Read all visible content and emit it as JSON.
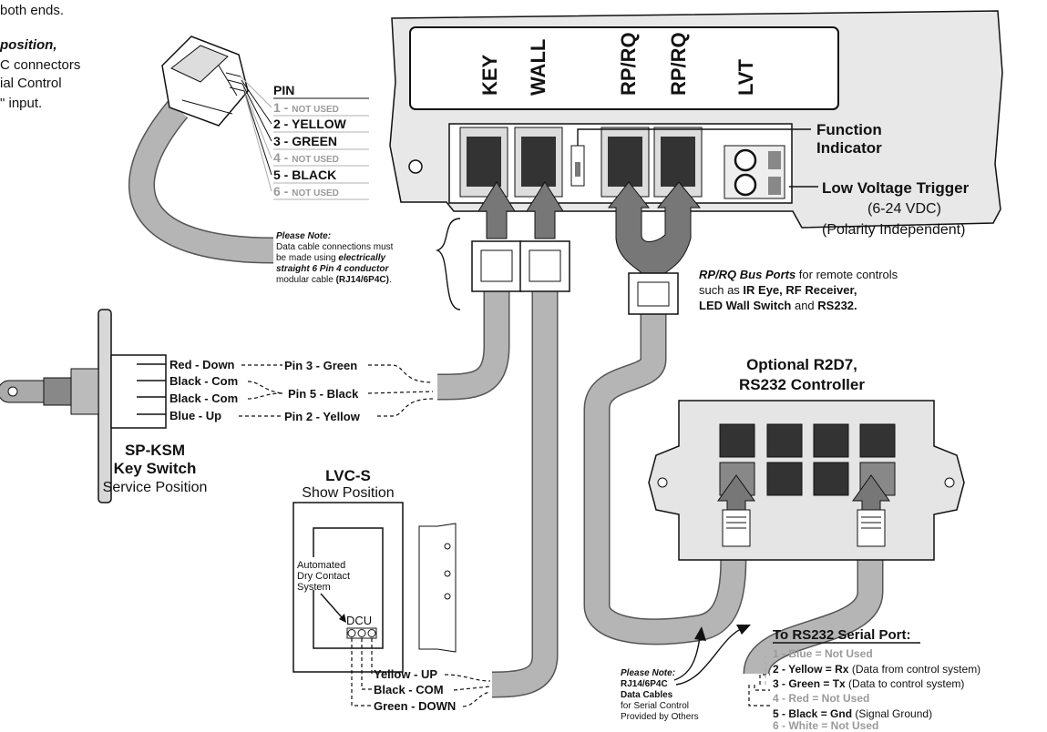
{
  "intro": {
    "line1": "both ends.",
    "line2": "position,",
    "line3": "C connectors",
    "line4": "ial Control",
    "line5": "\" input."
  },
  "module_ports": {
    "key": "KEY",
    "wall": "WALL",
    "rprq1": "RP/RQ",
    "rprq2": "RP/RQ",
    "lvt": "LVT"
  },
  "function_indicator": {
    "line1": "Function",
    "line2": "Indicator"
  },
  "lvt_label": {
    "title": "Low Voltage Trigger",
    "range": "(6-24 VDC)",
    "note": "(Polarity Independent)"
  },
  "pin_table": {
    "header": "PIN",
    "pins": [
      {
        "num": "1 -",
        "label": "NOT USED",
        "used": false
      },
      {
        "num": "2 -",
        "label": "YELLOW",
        "used": true
      },
      {
        "num": "3 -",
        "label": "GREEN",
        "used": true
      },
      {
        "num": "4 -",
        "label": "NOT USED",
        "used": false
      },
      {
        "num": "5 -",
        "label": "BLACK",
        "used": true
      },
      {
        "num": "6 -",
        "label": "NOT USED",
        "used": false
      }
    ]
  },
  "cable_note": {
    "title": "Please Note:",
    "l1": "Data cable connections must",
    "l2a": "be made using ",
    "l2b": "electrically",
    "l3a": "straight 6 Pin 4 conductor",
    "l4a": "modular cable ",
    "l4b": "(RJ14/6P4C)",
    "l4c": "."
  },
  "bus_note": {
    "l1a": "RP/RQ Bus Ports",
    "l1b": " for remote controls",
    "l2a": "such as ",
    "l2b": "IR Eye, RF Receiver,",
    "l3": "LED Wall Switch",
    "l3b": " and ",
    "l3c": "RS232."
  },
  "key_switch": {
    "wires": [
      "Red - Down",
      "Black - Com",
      "Black - Com",
      "Blue - Up"
    ],
    "pins": [
      "Pin 3 - Green",
      "Pin 5 - Black",
      "Pin 2 - Yellow"
    ],
    "title1": "SP-KSM",
    "title2": "Key Switch",
    "subtitle": "Service Position"
  },
  "lvc": {
    "title": "LVC-S",
    "subtitle": "Show Position",
    "auto1": "Automated",
    "auto2": "Dry Contact",
    "auto3": "System",
    "dcu": "DCU",
    "wires": [
      "Yellow - UP",
      "Black  - COM",
      "Green - DOWN"
    ]
  },
  "r2d7": {
    "title1": "Optional R2D7,",
    "title2": "RS232 Controller"
  },
  "serial_note": {
    "title": "Please Note:",
    "l1": "RJ14/6P4C",
    "l2": "Data Cables",
    "l3": "for Serial Control",
    "l4": "Provided by Others"
  },
  "rs232": {
    "title": "To RS232 Serial Port:",
    "rows": [
      {
        "a": "1 - Blue = Not Used",
        "b": "",
        "c": "",
        "used": false
      },
      {
        "a": "2 - Yellow = Rx",
        "b": " (Data from control system)",
        "c": "",
        "used": true
      },
      {
        "a": "3 - Green = Tx",
        "b": " (Data to control system)",
        "c": "",
        "used": true
      },
      {
        "a": "4 - Red = Not Used",
        "b": "",
        "c": "",
        "used": false
      },
      {
        "a": "5 - Black = Gnd",
        "b": " (Signal Ground)",
        "c": "",
        "used": true
      },
      {
        "a": "6 - White = Not Used",
        "b": "",
        "c": "",
        "used": false
      }
    ]
  }
}
